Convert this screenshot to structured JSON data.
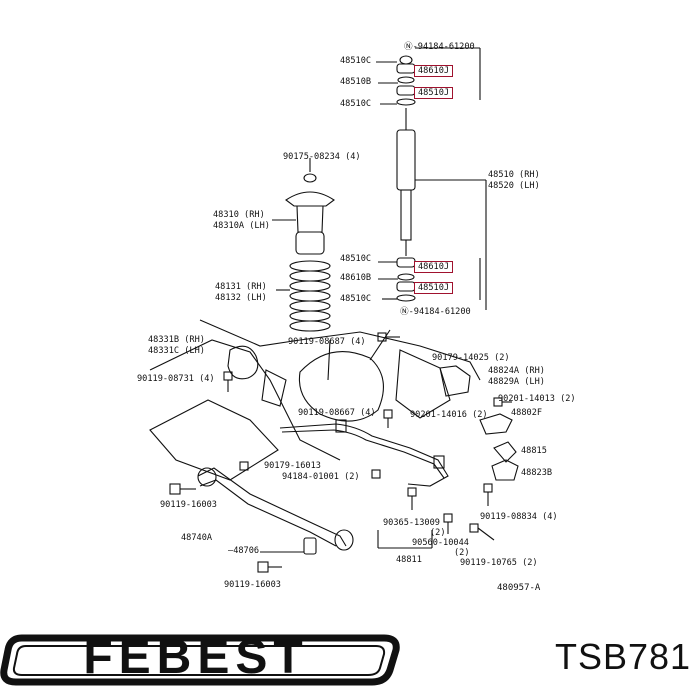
{
  "labels": {
    "nut_top": "94184-61200",
    "cushion_top_1": "48510C",
    "bush_top_1": "48610J",
    "retainer_top": "48510B",
    "bush_top_2": "48510J",
    "cushion_top_2": "48510C",
    "shock_rh": "48510 (RH)",
    "shock_lh": "48520 (LH)",
    "bumper_bolt": "90175-08234 (4)",
    "bumper_rh": "48310  (RH)",
    "bumper_lh": "48310A (LH)",
    "cushion_bot_1": "48510C",
    "bush_bot_1": "48610J",
    "retainer_bot": "48610B",
    "bush_bot_2": "48510J",
    "cushion_bot_2": "48510C",
    "nut_bot": "94184-61200",
    "spring_rh": "48131 (RH)",
    "spring_lh": "48132 (LH)",
    "insulator_rh": "48331B (RH)",
    "insulator_lh": "48331C (LH)",
    "bolt_a": "90119-08687 (4)",
    "bolt_b": "90119-08731 (4)",
    "bolt_c": "90179-14025 (2)",
    "bracket_rh": "48824A (RH)",
    "bracket_lh": "48829A (LH)",
    "bolt_d": "90201-14013 (2)",
    "bolt_e": "90119-08667 (4)",
    "washer_a": "90201-14016 (2)",
    "bracket_b": "48802F",
    "bush_stab": "48815",
    "bracket_stab": "48823B",
    "bolt_f": "90179-16013",
    "nut_a": "94184-01001 (2)",
    "bolt_g": "90119-16003",
    "bolt_h": "90119-08834 (4)",
    "rod": "48740A",
    "bolt_i": "90365-13009",
    "bolt_i_qty": "(2)",
    "bolt_j": "90560-10044",
    "bolt_j_qty": "(2)",
    "bush_rod": "48706",
    "link": "48811",
    "bolt_k": "90119-10765 (2)",
    "bolt_l": "90119-16003",
    "fig_code": "480957-A"
  },
  "brand": {
    "name": "FEBEST",
    "part_number": "TSB781"
  },
  "colors": {
    "highlight": "#a0122e",
    "ink": "#111111"
  }
}
